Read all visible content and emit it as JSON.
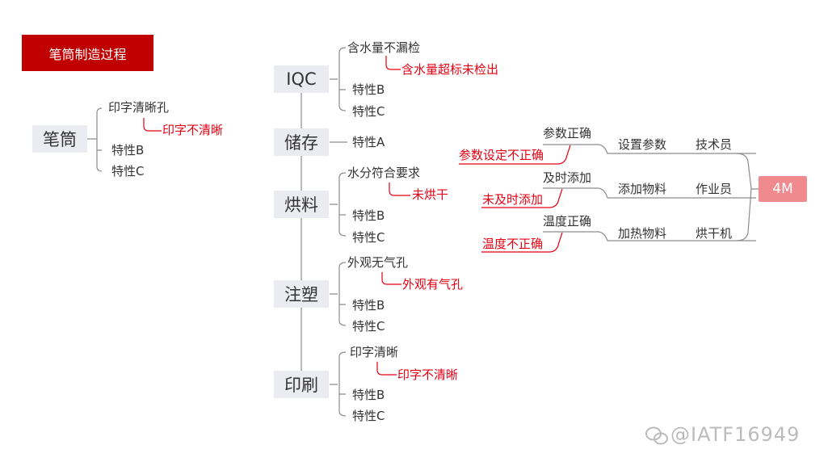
{
  "title": "笔筒制造过程",
  "left": {
    "root": "笔筒",
    "features": [
      "印字清晰孔",
      "特性B",
      "特性C"
    ],
    "failure": "印字不清晰"
  },
  "stages": [
    {
      "name": "IQC",
      "features": [
        "含水量不漏检",
        "特性B",
        "特性C"
      ],
      "failure": "含水量超标未检出"
    },
    {
      "name": "储存",
      "features": [
        "特性A"
      ]
    },
    {
      "name": "烘料",
      "features": [
        "水分符合要求",
        "特性B",
        "特性C"
      ],
      "failure": "未烘干"
    },
    {
      "name": "注塑",
      "features": [
        "外观无气孔",
        "特性B",
        "特性C"
      ],
      "failure": "外观有气孔"
    },
    {
      "name": "印刷",
      "features": [
        "印字清晰",
        "特性B",
        "特性C"
      ],
      "failure": "印字不清晰"
    }
  ],
  "m4": {
    "label": "4M",
    "rows": [
      {
        "resource": "技术员",
        "step": "设置参数",
        "requirement": "参数正确",
        "failure": "参数设定不正确"
      },
      {
        "resource": "作业员",
        "step": "添加物料",
        "requirement": "及时添加",
        "failure": "未及时添加"
      },
      {
        "resource": "烘干机",
        "step": "加热物料",
        "requirement": "温度正确",
        "failure": "温度不正确"
      }
    ]
  },
  "watermark": "@IATF16949",
  "colors": {
    "title_bg": "#c00000",
    "failure_text": "#e60012",
    "stage_bg": "#ebebf2",
    "m4_bg": "#f08a8f",
    "line": "#8c8c8c",
    "failure_line": "#e60012"
  }
}
